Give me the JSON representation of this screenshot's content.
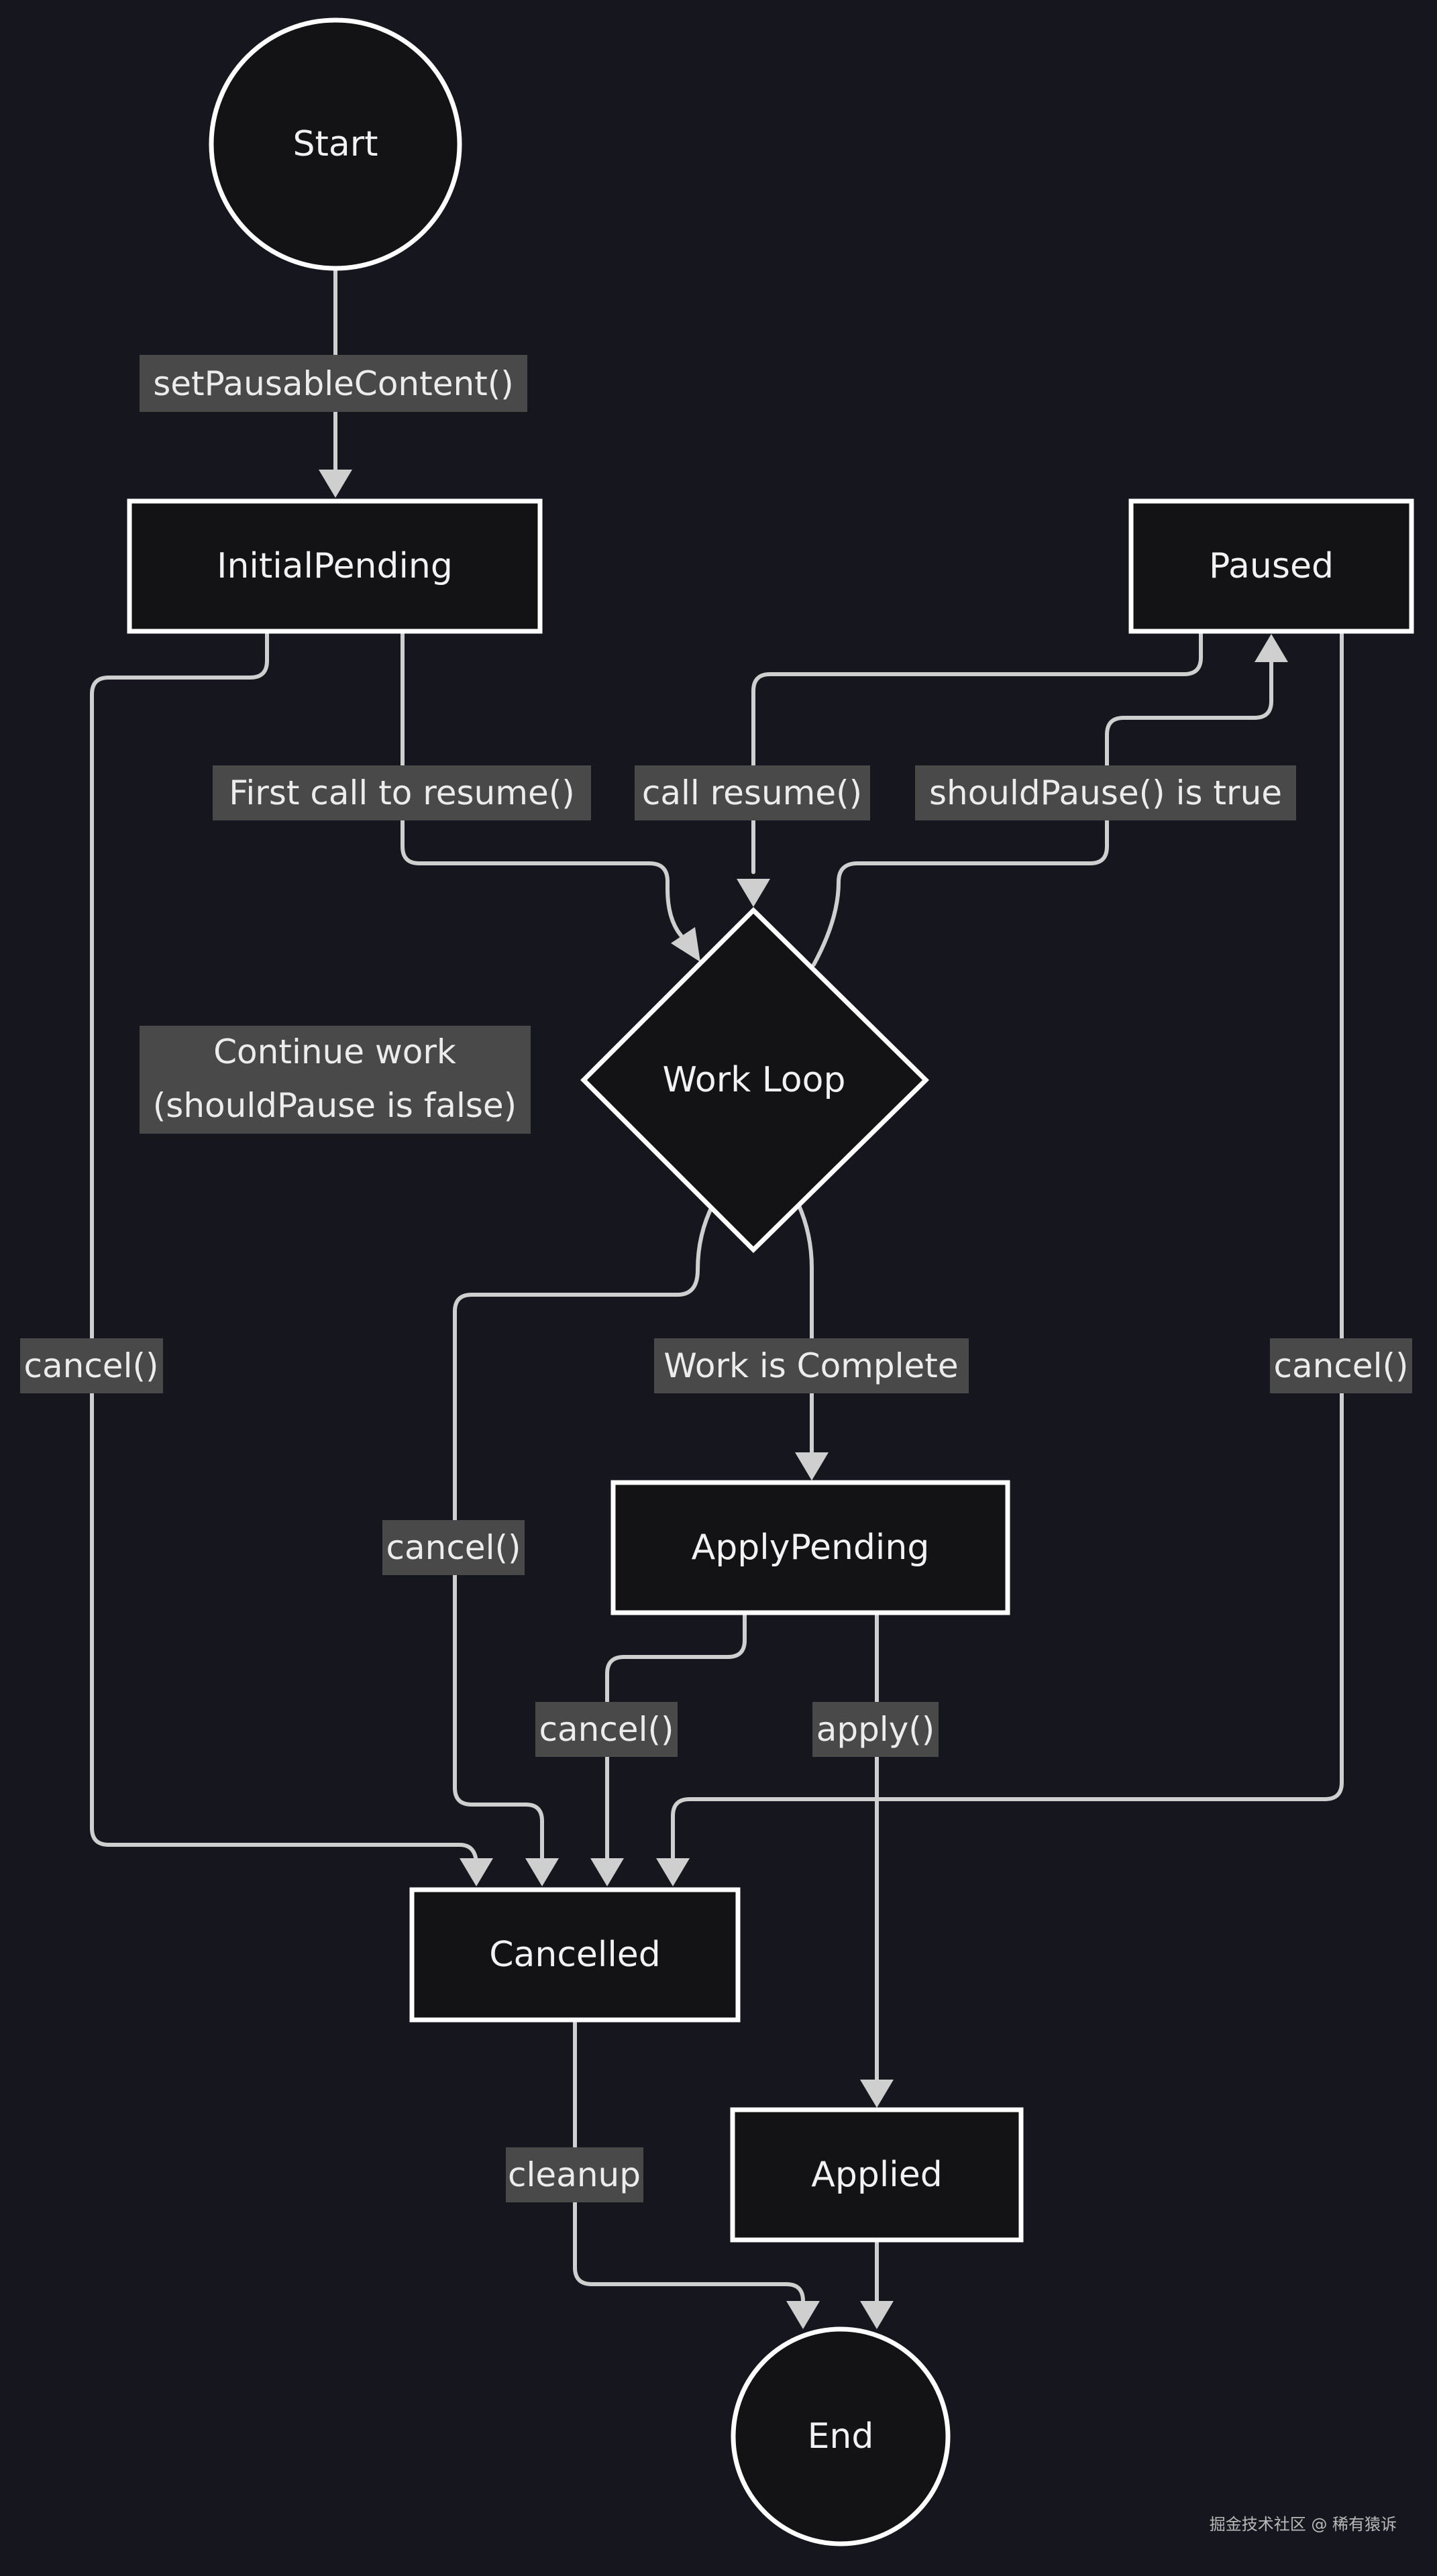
{
  "diagram": {
    "nodes": {
      "start": "Start",
      "initial_pending": "InitialPending",
      "paused": "Paused",
      "work_loop": "Work Loop",
      "apply_pending": "ApplyPending",
      "cancelled": "Cancelled",
      "applied": "Applied",
      "end": "End"
    },
    "edge_labels": {
      "set_pausable_content": "setPausableContent()",
      "first_call_to_resume": "First call to resume()",
      "call_resume": "call resume()",
      "should_pause_true": "shouldPause() is true",
      "continue_work_line1": "Continue work",
      "continue_work_line2": "(shouldPause is false)",
      "cancel_initial": "cancel()",
      "cancel_loop": "cancel()",
      "work_complete": "Work is Complete",
      "cancel_paused": "cancel()",
      "cancel_apply": "cancel()",
      "apply": "apply()",
      "cleanup": "cleanup"
    },
    "watermark": "掘金技术社区 @ 稀有猿诉"
  },
  "colors": {
    "background": "#16161e",
    "node_fill": "#131316",
    "node_stroke": "#ffffff",
    "edge": "#cfcfcf",
    "label_bg": "#494949",
    "text": "#f2f2f2"
  }
}
